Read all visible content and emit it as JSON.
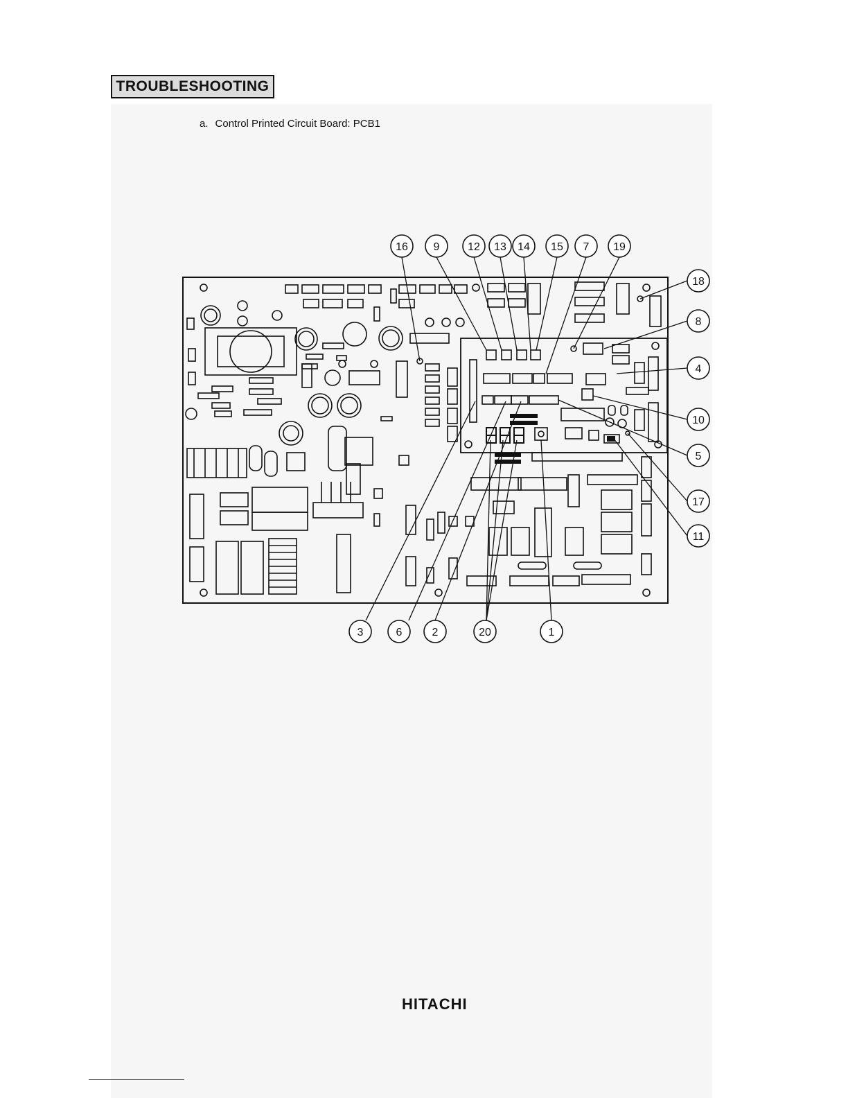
{
  "section": {
    "title": "TROUBLESHOOTING"
  },
  "figure": {
    "caption_letter": "a.",
    "caption_text": "Control Printed Circuit Board: PCB1"
  },
  "callouts": {
    "top": [
      "16",
      "9",
      "12",
      "13",
      "14",
      "15",
      "7",
      "19"
    ],
    "right": [
      "18",
      "8",
      "4",
      "10",
      "5",
      "17",
      "11"
    ],
    "bottom": [
      "3",
      "6",
      "2",
      "20",
      "1"
    ]
  },
  "footer": {
    "brand": "HITACHI"
  }
}
